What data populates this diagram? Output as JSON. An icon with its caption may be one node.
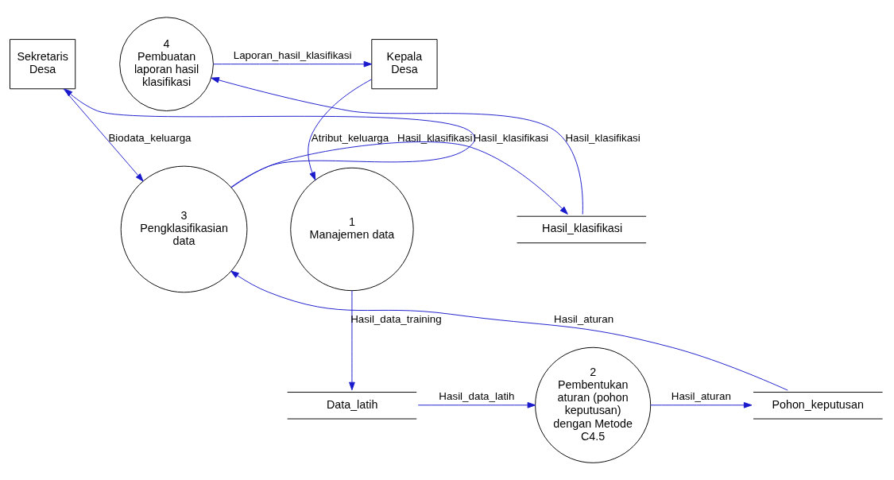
{
  "diagram": {
    "nodes": [
      {
        "text": [
          "Kepala Desa"
        ]
      },
      {
        "text": [
          "Sekretaris Desa"
        ]
      },
      {
        "text": [
          "4",
          "Pembuatan laporan hasil klasifikasi"
        ]
      },
      {
        "text": [
          "1",
          "Manajemen data"
        ]
      },
      {
        "text": [
          "Data_latih"
        ]
      },
      {
        "text": [
          "2",
          "Pembentukan aturan (pohon keputusan) dengan Metode C4.5"
        ]
      },
      {
        "text": [
          "Hasil_klasifikasi"
        ]
      },
      {
        "text": [
          "3",
          "Pengklasifikasian data"
        ]
      },
      {
        "text": [
          "Pohon_keputusan"
        ]
      }
    ],
    "edges": [
      {
        "from": 2,
        "to": 0,
        "arrow": "to",
        "label": "Laporan_hasil_klasifikasi"
      },
      {
        "from": 0,
        "to": 3,
        "arrow": "to",
        "label": "Atribut_keluarga"
      },
      {
        "from": 3,
        "to": 4,
        "arrow": "to",
        "label": "Hasil_data_training"
      },
      {
        "from": 4,
        "to": 5,
        "arrow": "to",
        "label": "Hasil_data_latih"
      },
      {
        "from": 5,
        "to": 8,
        "arrow": "to",
        "label": "Hasil_aturan"
      },
      {
        "from": 8,
        "to": 7,
        "arrow": "to",
        "label": "Hasil_aturan"
      },
      {
        "from": 7,
        "to": 6,
        "arrow": "to",
        "label": "Hasil_klasifikasi"
      },
      {
        "from": 6,
        "to": 2,
        "arrow": "to",
        "label": "Hasil_klasifikasi"
      },
      {
        "from": 7,
        "to": 1,
        "arrow": "to",
        "label": "Hasil_klasifikasi"
      },
      {
        "from": 1,
        "to": 7,
        "arrow": "to",
        "label": "Biodata_keluarga"
      }
    ]
  }
}
